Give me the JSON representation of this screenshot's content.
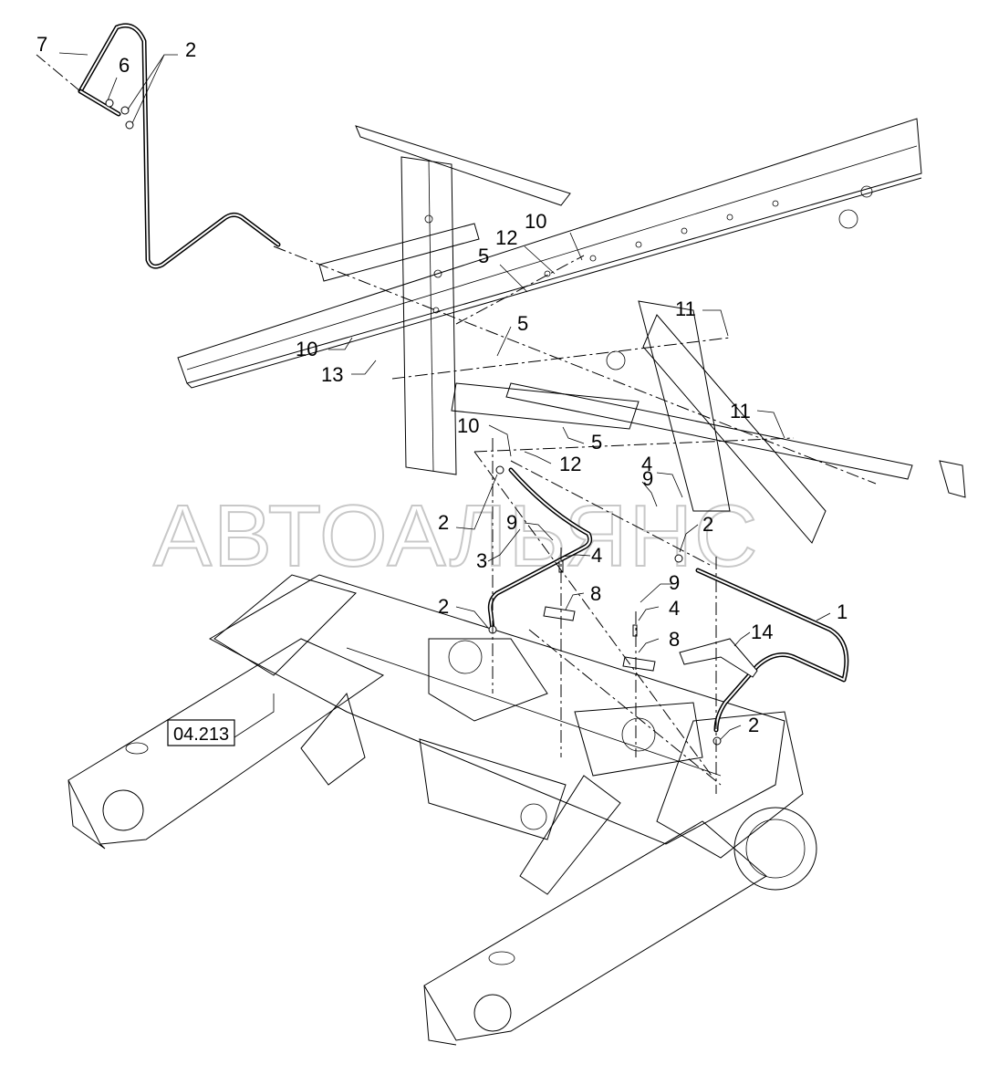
{
  "watermark": "АВТОАЛЬЯНС",
  "reference_box": "04.213",
  "callouts": {
    "c7": "7",
    "c6": "6",
    "c2_top": "2",
    "c10_top": "10",
    "c12_top": "12",
    "c5_top": "5",
    "c11_top": "11",
    "c5_mid": "5",
    "c10_left": "10",
    "c13": "13",
    "c11_right": "11",
    "c10_center": "10",
    "c5_center": "5",
    "c12_center": "12",
    "c9_right": "9",
    "c4_right": "4",
    "c2_left": "2",
    "c9_left": "9",
    "c3": "3",
    "c4_left": "4",
    "c2_right": "2",
    "c9_lower": "9",
    "c2_lower": "2",
    "c8_left": "8",
    "c4_lower": "4",
    "c8_right": "8",
    "c1": "1",
    "c14": "14",
    "c2_bottom": "2"
  }
}
